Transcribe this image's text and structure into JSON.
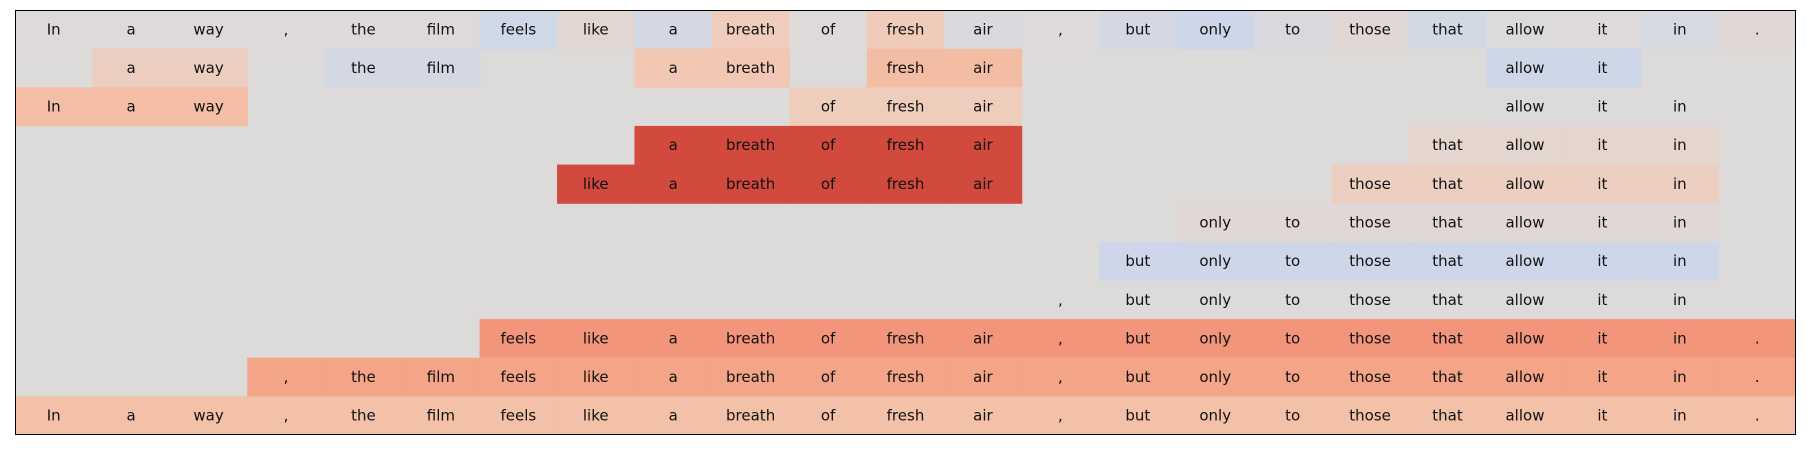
{
  "tokens": [
    "In",
    "a",
    "way",
    ",",
    "the",
    "film",
    "feels",
    "like",
    "a",
    "breath",
    "of",
    "fresh",
    "air",
    ",",
    "but",
    "only",
    "to",
    "those",
    "that",
    "allow",
    "it",
    "in",
    "."
  ],
  "colors": {
    "background": "#dcdbda",
    "border": "#000000",
    "text": "#111111"
  },
  "rows": [
    {
      "cells": [
        {
          "col": 0,
          "text": "In",
          "color": "#dedad9"
        },
        {
          "col": 1,
          "text": "a",
          "color": "#dedad9"
        },
        {
          "col": 2,
          "text": "way",
          "color": "#dedad9"
        },
        {
          "col": 3,
          "text": ",",
          "color": "#dedad9"
        },
        {
          "col": 4,
          "text": "the",
          "color": "#dedad9"
        },
        {
          "col": 5,
          "text": "film",
          "color": "#dedad9"
        },
        {
          "col": 6,
          "text": "feels",
          "color": "#cfd8e6"
        },
        {
          "col": 7,
          "text": "like",
          "color": "#e2d6d2"
        },
        {
          "col": 8,
          "text": "a",
          "color": "#d3d8e2"
        },
        {
          "col": 9,
          "text": "breath",
          "color": "#efccbc"
        },
        {
          "col": 10,
          "text": "of",
          "color": "#dedad9"
        },
        {
          "col": 11,
          "text": "fresh",
          "color": "#f0cbb9"
        },
        {
          "col": 12,
          "text": "air",
          "color": "#d8dae0"
        },
        {
          "col": 13,
          "text": ",",
          "color": "#dedad9"
        },
        {
          "col": 14,
          "text": "but",
          "color": "#d3d8e3"
        },
        {
          "col": 15,
          "text": "only",
          "color": "#cdd7e9"
        },
        {
          "col": 16,
          "text": "to",
          "color": "#d8d9df"
        },
        {
          "col": 17,
          "text": "those",
          "color": "#e1d7d4"
        },
        {
          "col": 18,
          "text": "that",
          "color": "#d3d9e3"
        },
        {
          "col": 19,
          "text": "allow",
          "color": "#dcdadb"
        },
        {
          "col": 20,
          "text": "it",
          "color": "#dedad9"
        },
        {
          "col": 21,
          "text": "in",
          "color": "#d6d9e0"
        },
        {
          "col": 22,
          "text": ".",
          "color": "#e1d7d4"
        }
      ]
    },
    {
      "cells": [
        {
          "col": 1,
          "text": "a",
          "color": "#ecceC0"
        },
        {
          "col": 2,
          "text": "way",
          "color": "#ecceC0"
        },
        {
          "col": 4,
          "text": "the",
          "color": "#d3d8e2"
        },
        {
          "col": 5,
          "text": "film",
          "color": "#d3d8e2"
        },
        {
          "col": 8,
          "text": "a",
          "color": "#f2c7b3"
        },
        {
          "col": 9,
          "text": "breath",
          "color": "#f2c7b3"
        },
        {
          "col": 11,
          "text": "fresh",
          "color": "#f3bda4"
        },
        {
          "col": 12,
          "text": "air",
          "color": "#f3bda4"
        },
        {
          "col": 19,
          "text": "allow",
          "color": "#cdd7e8"
        },
        {
          "col": 20,
          "text": "it",
          "color": "#cdd7e8"
        }
      ]
    },
    {
      "cells": [
        {
          "col": 0,
          "text": "In",
          "color": "#f3bea5"
        },
        {
          "col": 1,
          "text": "a",
          "color": "#f3bea5"
        },
        {
          "col": 2,
          "text": "way",
          "color": "#f3bea5"
        },
        {
          "col": 10,
          "text": "of",
          "color": "#eecdbd"
        },
        {
          "col": 11,
          "text": "fresh",
          "color": "#eecdbd"
        },
        {
          "col": 12,
          "text": "air",
          "color": "#eecdbd"
        },
        {
          "col": 19,
          "text": "allow",
          "color": "#dcdadb"
        },
        {
          "col": 20,
          "text": "it",
          "color": "#dcdadb"
        },
        {
          "col": 21,
          "text": "in",
          "color": "#dcdadb"
        }
      ]
    },
    {
      "cells": [
        {
          "col": 8,
          "text": "a",
          "color": "#d24a3e"
        },
        {
          "col": 9,
          "text": "breath",
          "color": "#d24a3e"
        },
        {
          "col": 10,
          "text": "of",
          "color": "#d24a3e"
        },
        {
          "col": 11,
          "text": "fresh",
          "color": "#d24a3e"
        },
        {
          "col": 12,
          "text": "air",
          "color": "#d24a3e"
        },
        {
          "col": 18,
          "text": "that",
          "color": "#e4d5cf"
        },
        {
          "col": 19,
          "text": "allow",
          "color": "#e4d5cf"
        },
        {
          "col": 20,
          "text": "it",
          "color": "#e4d5cf"
        },
        {
          "col": 21,
          "text": "in",
          "color": "#e4d5cf"
        }
      ]
    },
    {
      "cells": [
        {
          "col": 7,
          "text": "like",
          "color": "#d24a3e"
        },
        {
          "col": 8,
          "text": "a",
          "color": "#d24a3e"
        },
        {
          "col": 9,
          "text": "breath",
          "color": "#d24a3e"
        },
        {
          "col": 10,
          "text": "of",
          "color": "#d24a3e"
        },
        {
          "col": 11,
          "text": "fresh",
          "color": "#d24a3e"
        },
        {
          "col": 12,
          "text": "air",
          "color": "#d24a3e"
        },
        {
          "col": 17,
          "text": "those",
          "color": "#eccfc1"
        },
        {
          "col": 18,
          "text": "that",
          "color": "#eccfc1"
        },
        {
          "col": 19,
          "text": "allow",
          "color": "#eccfc1"
        },
        {
          "col": 20,
          "text": "it",
          "color": "#eccfc1"
        },
        {
          "col": 21,
          "text": "in",
          "color": "#eccfc1"
        }
      ]
    },
    {
      "cells": [
        {
          "col": 15,
          "text": "only",
          "color": "#e0d8d6"
        },
        {
          "col": 16,
          "text": "to",
          "color": "#e0d8d6"
        },
        {
          "col": 17,
          "text": "those",
          "color": "#e0d8d6"
        },
        {
          "col": 18,
          "text": "that",
          "color": "#e0d8d6"
        },
        {
          "col": 19,
          "text": "allow",
          "color": "#e0d8d6"
        },
        {
          "col": 20,
          "text": "it",
          "color": "#e0d8d6"
        },
        {
          "col": 21,
          "text": "in",
          "color": "#e0d8d6"
        }
      ]
    },
    {
      "cells": [
        {
          "col": 14,
          "text": "but",
          "color": "#cdd7e9"
        },
        {
          "col": 15,
          "text": "only",
          "color": "#cdd7e9"
        },
        {
          "col": 16,
          "text": "to",
          "color": "#cdd7e9"
        },
        {
          "col": 17,
          "text": "those",
          "color": "#cdd7e9"
        },
        {
          "col": 18,
          "text": "that",
          "color": "#cdd7e9"
        },
        {
          "col": 19,
          "text": "allow",
          "color": "#cdd7e9"
        },
        {
          "col": 20,
          "text": "it",
          "color": "#cdd7e9"
        },
        {
          "col": 21,
          "text": "in",
          "color": "#cdd7e9"
        }
      ]
    },
    {
      "cells": [
        {
          "col": 13,
          "text": ",",
          "color": "#dcdbda"
        },
        {
          "col": 14,
          "text": "but",
          "color": "#dcdbda"
        },
        {
          "col": 15,
          "text": "only",
          "color": "#dcdbda"
        },
        {
          "col": 16,
          "text": "to",
          "color": "#dcdbda"
        },
        {
          "col": 17,
          "text": "those",
          "color": "#dcdbda"
        },
        {
          "col": 18,
          "text": "that",
          "color": "#dcdbda"
        },
        {
          "col": 19,
          "text": "allow",
          "color": "#dcdbda"
        },
        {
          "col": 20,
          "text": "it",
          "color": "#dcdbda"
        },
        {
          "col": 21,
          "text": "in",
          "color": "#dcdbda"
        }
      ]
    },
    {
      "cells": [
        {
          "col": 6,
          "text": "feels",
          "color": "#f2957a"
        },
        {
          "col": 7,
          "text": "like",
          "color": "#f2957a"
        },
        {
          "col": 8,
          "text": "a",
          "color": "#f2957a"
        },
        {
          "col": 9,
          "text": "breath",
          "color": "#f2957a"
        },
        {
          "col": 10,
          "text": "of",
          "color": "#f2957a"
        },
        {
          "col": 11,
          "text": "fresh",
          "color": "#f2957a"
        },
        {
          "col": 12,
          "text": "air",
          "color": "#f2957a"
        },
        {
          "col": 13,
          "text": ",",
          "color": "#f2957a"
        },
        {
          "col": 14,
          "text": "but",
          "color": "#f2957a"
        },
        {
          "col": 15,
          "text": "only",
          "color": "#f2957a"
        },
        {
          "col": 16,
          "text": "to",
          "color": "#f2957a"
        },
        {
          "col": 17,
          "text": "those",
          "color": "#f2957a"
        },
        {
          "col": 18,
          "text": "that",
          "color": "#f2957a"
        },
        {
          "col": 19,
          "text": "allow",
          "color": "#f2957a"
        },
        {
          "col": 20,
          "text": "it",
          "color": "#f2957a"
        },
        {
          "col": 21,
          "text": "in",
          "color": "#f2957a"
        },
        {
          "col": 22,
          "text": ".",
          "color": "#f2957a"
        }
      ]
    },
    {
      "cells": [
        {
          "col": 3,
          "text": ",",
          "color": "#f4a487"
        },
        {
          "col": 4,
          "text": "the",
          "color": "#f4a487"
        },
        {
          "col": 5,
          "text": "film",
          "color": "#f4a487"
        },
        {
          "col": 6,
          "text": "feels",
          "color": "#f4a487"
        },
        {
          "col": 7,
          "text": "like",
          "color": "#f4a487"
        },
        {
          "col": 8,
          "text": "a",
          "color": "#f4a487"
        },
        {
          "col": 9,
          "text": "breath",
          "color": "#f4a487"
        },
        {
          "col": 10,
          "text": "of",
          "color": "#f4a487"
        },
        {
          "col": 11,
          "text": "fresh",
          "color": "#f4a487"
        },
        {
          "col": 12,
          "text": "air",
          "color": "#f4a487"
        },
        {
          "col": 13,
          "text": ",",
          "color": "#f4a487"
        },
        {
          "col": 14,
          "text": "but",
          "color": "#f4a487"
        },
        {
          "col": 15,
          "text": "only",
          "color": "#f4a487"
        },
        {
          "col": 16,
          "text": "to",
          "color": "#f4a487"
        },
        {
          "col": 17,
          "text": "those",
          "color": "#f4a487"
        },
        {
          "col": 18,
          "text": "that",
          "color": "#f4a487"
        },
        {
          "col": 19,
          "text": "allow",
          "color": "#f4a487"
        },
        {
          "col": 20,
          "text": "it",
          "color": "#f4a487"
        },
        {
          "col": 21,
          "text": "in",
          "color": "#f4a487"
        },
        {
          "col": 22,
          "text": ".",
          "color": "#f4a487"
        }
      ]
    },
    {
      "cells": [
        {
          "col": 0,
          "text": "In",
          "color": "#f3c0a8"
        },
        {
          "col": 1,
          "text": "a",
          "color": "#f3c0a8"
        },
        {
          "col": 2,
          "text": "way",
          "color": "#f3c0a8"
        },
        {
          "col": 3,
          "text": ",",
          "color": "#f3c0a8"
        },
        {
          "col": 4,
          "text": "the",
          "color": "#f3c0a8"
        },
        {
          "col": 5,
          "text": "film",
          "color": "#f3c0a8"
        },
        {
          "col": 6,
          "text": "feels",
          "color": "#f3c0a8"
        },
        {
          "col": 7,
          "text": "like",
          "color": "#f3c0a8"
        },
        {
          "col": 8,
          "text": "a",
          "color": "#f3c0a8"
        },
        {
          "col": 9,
          "text": "breath",
          "color": "#f3c0a8"
        },
        {
          "col": 10,
          "text": "of",
          "color": "#f3c0a8"
        },
        {
          "col": 11,
          "text": "fresh",
          "color": "#f3c0a8"
        },
        {
          "col": 12,
          "text": "air",
          "color": "#f3c0a8"
        },
        {
          "col": 13,
          "text": ",",
          "color": "#f3c0a8"
        },
        {
          "col": 14,
          "text": "but",
          "color": "#f3c0a8"
        },
        {
          "col": 15,
          "text": "only",
          "color": "#f3c0a8"
        },
        {
          "col": 16,
          "text": "to",
          "color": "#f3c0a8"
        },
        {
          "col": 17,
          "text": "those",
          "color": "#f3c0a8"
        },
        {
          "col": 18,
          "text": "that",
          "color": "#f3c0a8"
        },
        {
          "col": 19,
          "text": "allow",
          "color": "#f3c0a8"
        },
        {
          "col": 20,
          "text": "it",
          "color": "#f3c0a8"
        },
        {
          "col": 21,
          "text": "in",
          "color": "#f3c0a8"
        },
        {
          "col": 22,
          "text": ".",
          "color": "#f3c0a8"
        }
      ]
    }
  ]
}
